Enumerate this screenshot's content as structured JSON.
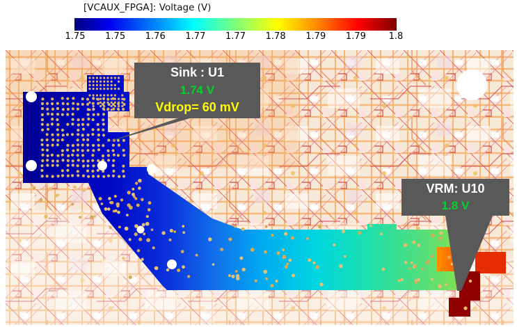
{
  "colorbar": {
    "title": "[VCAUX_FPGA]: Voltage (V)",
    "ticks": [
      "1.75",
      "1.75",
      "1.76",
      "1.77",
      "1.77",
      "1.78",
      "1.79",
      "1.79",
      "1.8"
    ],
    "colormap": "jet",
    "min_color": "#00007f",
    "max_color": "#7f0000"
  },
  "callouts": {
    "sink": {
      "title": "Sink : U1",
      "voltage": "1.74 V",
      "vdrop": "Vdrop= 60 mV",
      "box_color": "#595959",
      "title_color": "#ffffff",
      "voltage_color": "#00d42a",
      "vdrop_color": "#ffff00"
    },
    "vrm": {
      "title": "VRM: U10",
      "voltage": "1.8 V",
      "box_color": "#595959",
      "title_color": "#ffffff",
      "voltage_color": "#00d42a"
    }
  },
  "chart_data": {
    "type": "heatmap",
    "title": "[VCAUX_FPGA]: Voltage (V)",
    "units": "V",
    "colormap": "jet",
    "value_range": [
      1.75,
      1.8
    ],
    "colorbar_tick_labels": [
      "1.75",
      "1.75",
      "1.76",
      "1.77",
      "1.77",
      "1.78",
      "1.79",
      "1.79",
      "1.8"
    ],
    "legend_position": "top",
    "annotations": [
      {
        "label": "Sink : U1",
        "voltage_v": 1.74,
        "vdrop_mv": 60,
        "location": "top-left plane"
      },
      {
        "label": "VRM: U10",
        "voltage_v": 1.8,
        "location": "bottom-right pad"
      }
    ],
    "regions": [
      {
        "name": "sink plane at U1 (BGA, top-left)",
        "approx_voltage_v": 1.75,
        "color": "#0000a0"
      },
      {
        "name": "diagonal neck",
        "approx_voltage_v": 1.757,
        "color": "#0a30dc"
      },
      {
        "name": "mid horizontal band",
        "approx_voltage_v": 1.77,
        "color": "#00d7e0"
      },
      {
        "name": "right band near VRM",
        "approx_voltage_v": 1.785,
        "color": "#4ade84"
      },
      {
        "name": "VRM output pour",
        "approx_voltage_v": 1.793,
        "color": "#ff6a00"
      },
      {
        "name": "VRM U10 pad",
        "approx_voltage_v": 1.8,
        "color": "#8f0000"
      }
    ]
  }
}
